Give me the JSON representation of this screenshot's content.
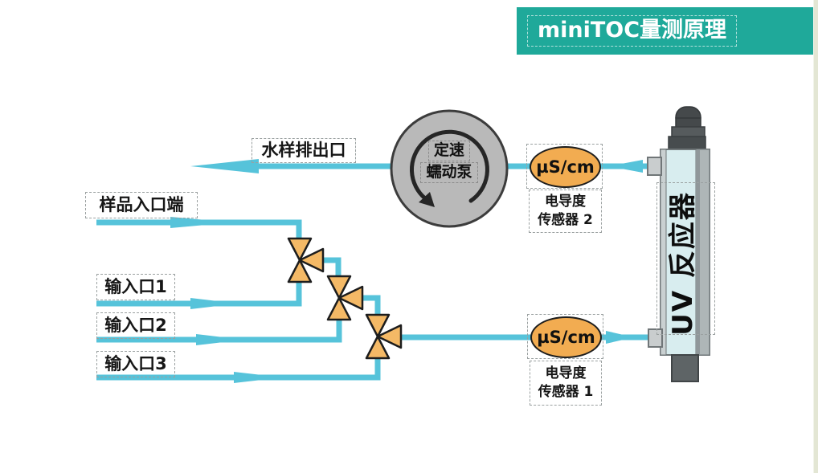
{
  "banner": {
    "title": "miniTOC量测原理"
  },
  "labels": {
    "outlet": "水样排出口",
    "sample_inlet": "样品入口端",
    "input1": "输入口1",
    "input2": "输入口2",
    "input3": "输入口3"
  },
  "pump": {
    "name_line1": "定速",
    "name_line2": "蠕动泵"
  },
  "sensors": {
    "unit": "µS/cm",
    "sensor2": {
      "line1": "电导度",
      "line2": "传感器 2"
    },
    "sensor1": {
      "line1": "电导度",
      "line2": "传感器 1"
    }
  },
  "reactor": {
    "label": "UV 反应器"
  },
  "colors": {
    "banner_bg": "#1fa99a",
    "pipe": "#56c3da",
    "valve_fill": "#f4b966",
    "sensor_oval": "#f2ac51",
    "pump_body": "#b9b9b9",
    "reactor_body": "#d8edef",
    "page_edge": "#e3e6d4"
  }
}
